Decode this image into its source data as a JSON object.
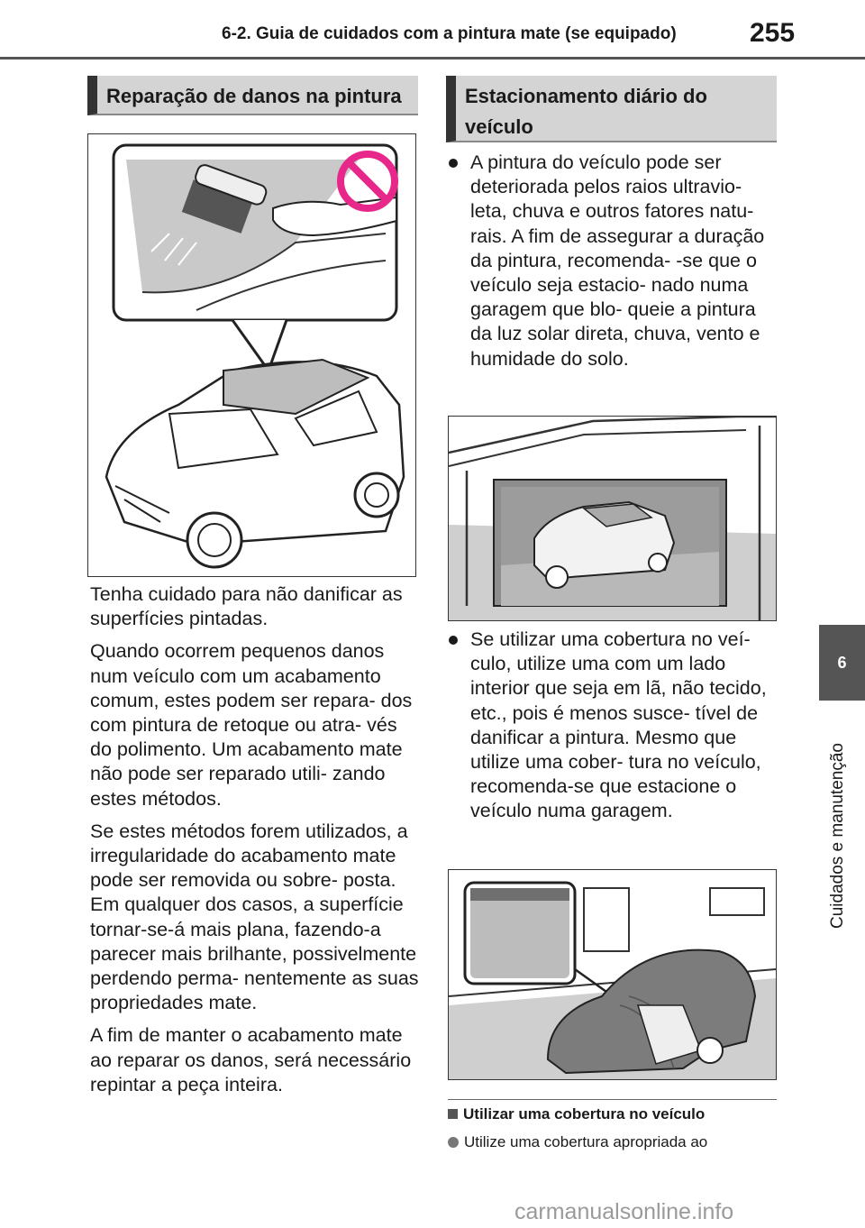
{
  "header": {
    "title": "6-2. Guia de cuidados com a pintura mate (se equipado)",
    "page_number": "255"
  },
  "left": {
    "section_title": "Reparação de danos na pintura",
    "figure_icon": "prohibited-sign-icon",
    "paragraphs": [
      "Tenha cuidado para não danificar as superfícies pintadas.",
      "Quando ocorrem pequenos danos num veículo com um acabamento comum, estes podem ser repara- dos com pintura de retoque ou atra- vés do polimento. Um acabamento mate não pode ser reparado utili- zando estes métodos.",
      "Se estes métodos forem utilizados, a irregularidade do acabamento mate pode ser removida ou sobre- posta. Em qualquer dos casos, a superfície tornar-se-á mais plana, fazendo-a parecer mais brilhante, possivelmente perdendo perma- nentemente as suas propriedades mate.",
      "A fim de manter o acabamento mate ao reparar os danos, será necessário repintar a peça inteira."
    ]
  },
  "right": {
    "section_title": "Estacionamento diário do veículo",
    "bullets": [
      "A pintura do veículo pode ser deteriorada pelos raios ultravio- leta, chuva e outros fatores natu- rais. A fim de assegurar a duração da pintura, recomenda- -se que o veículo seja estacio- nado numa garagem que blo- queie a pintura da luz solar direta, chuva, vento e humidade do solo.",
      "Se utilizar uma cobertura no veí- culo, utilize uma com um lado interior que seja em lã, não tecido, etc., pois é menos susce- tível de danificar a pintura. Mesmo que utilize uma cober- tura no veículo, recomenda-se que estacione o veículo numa garagem."
    ],
    "subsection_title": "Utilizar uma cobertura no veículo",
    "subsection_item": "Utilize uma cobertura apropriada ao"
  },
  "side_tab": {
    "number": "6",
    "label": "Cuidados e manutenção"
  },
  "watermark": "carmanualsonline.info",
  "colors": {
    "tab": "#555555",
    "heading_bg": "#d4d4d4",
    "prohibited": "#e8278a"
  }
}
